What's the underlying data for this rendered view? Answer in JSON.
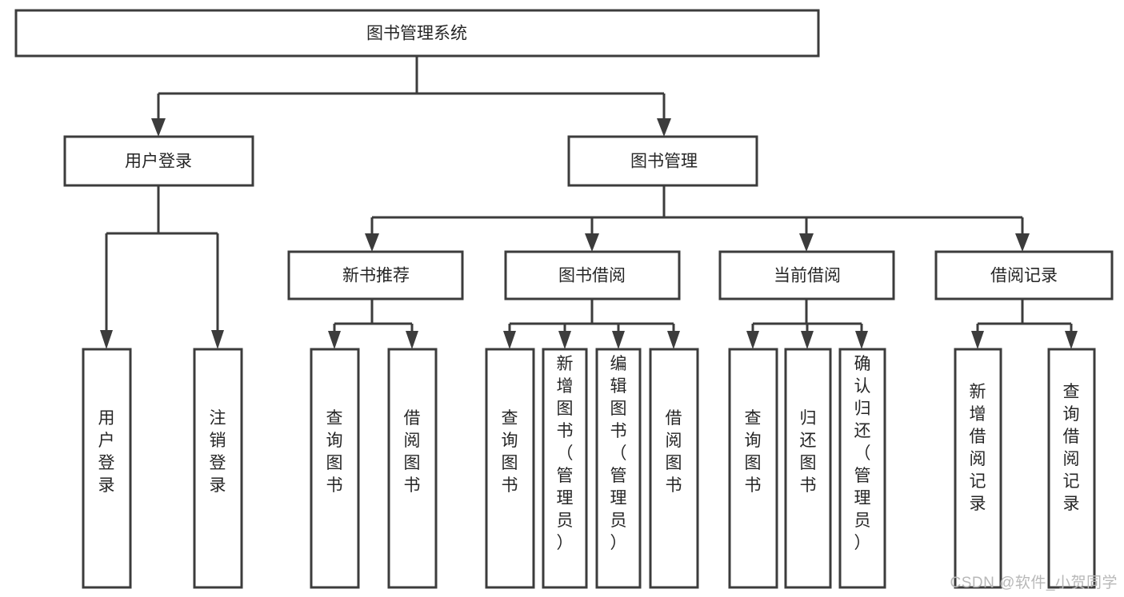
{
  "diagram": {
    "type": "hierarchy-tree",
    "title": "图书管理系统",
    "watermark": "CSDN @软件_小贺同学",
    "colors": {
      "box_stroke": "#3c3c3c",
      "box_fill": "#ffffff",
      "text": "#262626",
      "connector": "#3c3c3c",
      "watermark": "#b8b8b8",
      "background": "#ffffff"
    },
    "levels": [
      {
        "level": 1,
        "nodes": [
          {
            "id": "root",
            "label": "图书管理系统",
            "orientation": "horizontal"
          }
        ]
      },
      {
        "level": 2,
        "nodes": [
          {
            "id": "login",
            "label": "用户登录",
            "orientation": "horizontal",
            "parent": "root"
          },
          {
            "id": "bookmgmt",
            "label": "图书管理",
            "orientation": "horizontal",
            "parent": "root"
          }
        ]
      },
      {
        "level": 3,
        "nodes": [
          {
            "id": "newbook",
            "label": "新书推荐",
            "orientation": "horizontal",
            "parent": "bookmgmt"
          },
          {
            "id": "borrow",
            "label": "图书借阅",
            "orientation": "horizontal",
            "parent": "bookmgmt"
          },
          {
            "id": "current",
            "label": "当前借阅",
            "orientation": "horizontal",
            "parent": "bookmgmt"
          },
          {
            "id": "records",
            "label": "借阅记录",
            "orientation": "horizontal",
            "parent": "bookmgmt"
          }
        ]
      },
      {
        "level": 4,
        "nodes": [
          {
            "id": "leaf-user-login",
            "label": "用户登录",
            "orientation": "vertical",
            "parent": "login"
          },
          {
            "id": "leaf-logout",
            "label": "注销登录",
            "orientation": "vertical",
            "parent": "login"
          },
          {
            "id": "leaf-query-book-1",
            "label": "查询图书",
            "orientation": "vertical",
            "parent": "newbook"
          },
          {
            "id": "leaf-borrow-book-1",
            "label": "借阅图书",
            "orientation": "vertical",
            "parent": "newbook"
          },
          {
            "id": "leaf-query-book-2",
            "label": "查询图书",
            "orientation": "vertical",
            "parent": "borrow"
          },
          {
            "id": "leaf-add-book",
            "label": "新增图书（管理员）",
            "orientation": "vertical",
            "parent": "borrow"
          },
          {
            "id": "leaf-edit-book",
            "label": "编辑图书（管理员）",
            "orientation": "vertical",
            "parent": "borrow"
          },
          {
            "id": "leaf-borrow-book-2",
            "label": "借阅图书",
            "orientation": "vertical",
            "parent": "borrow"
          },
          {
            "id": "leaf-query-book-3",
            "label": "查询图书",
            "orientation": "vertical",
            "parent": "current"
          },
          {
            "id": "leaf-return-book",
            "label": "归还图书",
            "orientation": "vertical",
            "parent": "current"
          },
          {
            "id": "leaf-confirm-return",
            "label": "确认归还（管理员）",
            "orientation": "vertical",
            "parent": "current"
          },
          {
            "id": "leaf-add-record",
            "label": "新增借阅记录",
            "orientation": "vertical",
            "parent": "records"
          },
          {
            "id": "leaf-query-record",
            "label": "查询借阅记录",
            "orientation": "vertical",
            "parent": "records"
          }
        ]
      }
    ]
  }
}
